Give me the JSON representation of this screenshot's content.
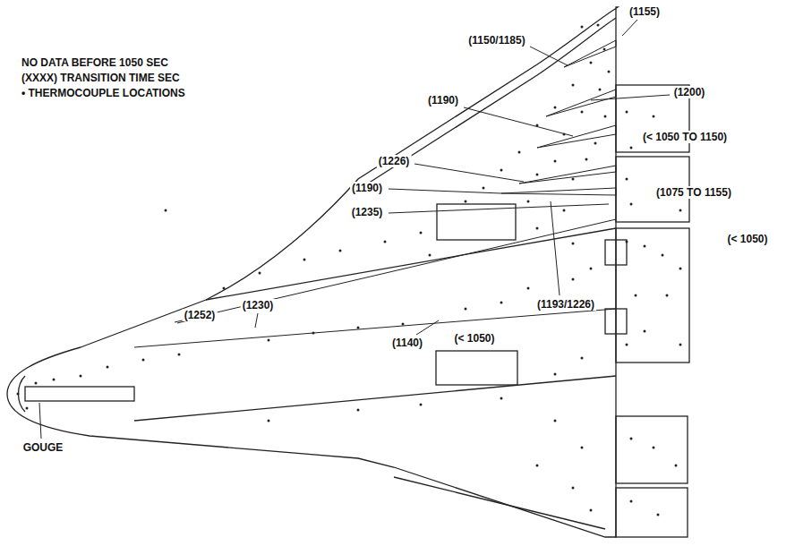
{
  "diagram": {
    "labels": [
      "NO DATA BEFORE 1050 SEC",
      "(XXXX) TRANSITION TIME SEC",
      "• THERMOCOUPLE LOCATIONS",
      "(1155)",
      "(1150/1185)",
      "(1200)",
      "(1190)",
      "(< 1050 TO 1150)",
      "(1226)",
      "(1190)",
      "(1235)",
      "(1075 TO 1155)",
      "(< 1050)",
      "(1252)",
      "(1230)",
      "(1140)",
      "(1193/1226)",
      "(< 1050)",
      "GOUGE"
    ]
  }
}
